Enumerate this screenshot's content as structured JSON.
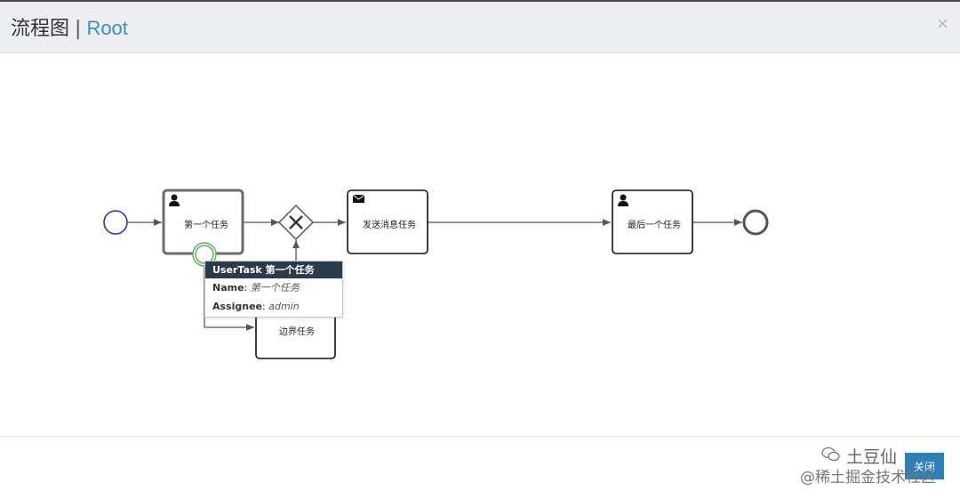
{
  "header": {
    "title": "流程图",
    "separator": "|",
    "subtitle": "Root",
    "close": "×"
  },
  "diagram": {
    "tasks": {
      "first": "第一个任务",
      "send_message": "发送消息任务",
      "last": "最后一个任务",
      "boundary": "边界任务"
    }
  },
  "tooltip": {
    "type": "UserTask",
    "name_label": "Name",
    "name_value": "第一个任务",
    "assignee_label": "Assignee",
    "assignee_value": "admin"
  },
  "footer": {
    "button_label": "关闭"
  },
  "watermark": {
    "line1": "土豆仙",
    "line2": "@稀土掘金技术社区"
  }
}
